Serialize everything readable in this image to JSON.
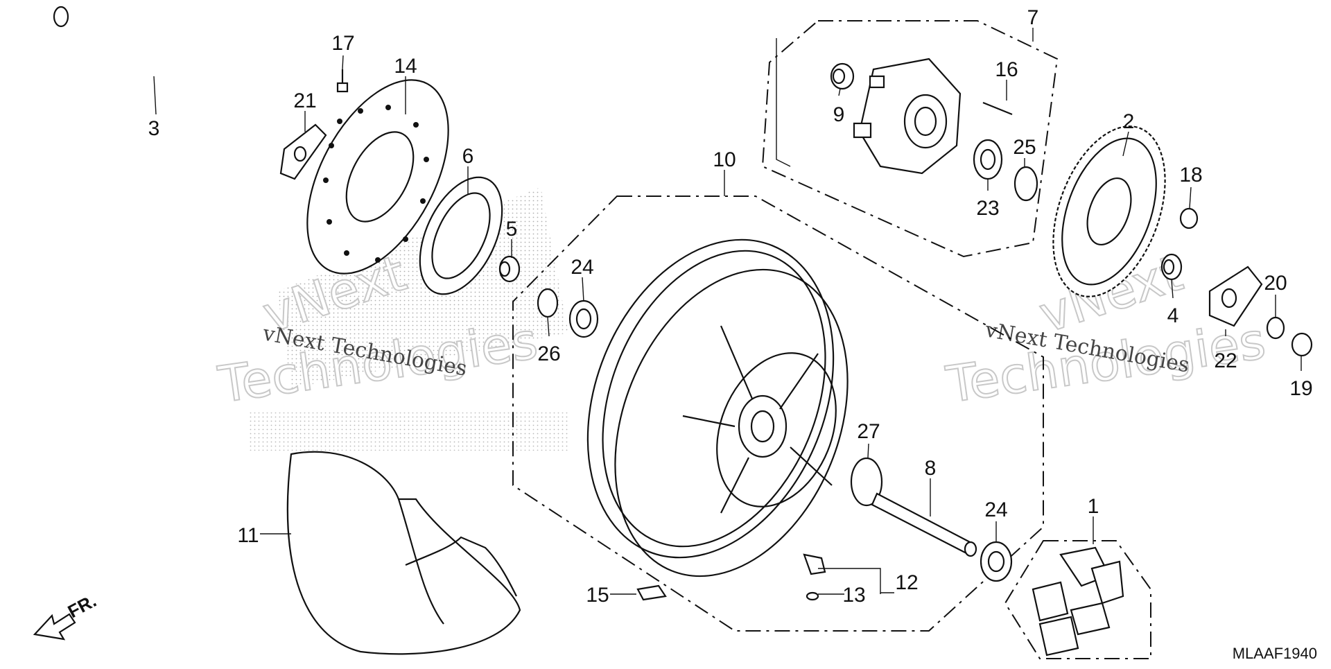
{
  "diagram": {
    "code": "MLAAF1940",
    "direction_label": "FR.",
    "watermarks": [
      {
        "line1": "vNext",
        "line2": "Technologies",
        "caption": "vNext Technologies"
      },
      {
        "line1": "vNext",
        "line2": "Technologies",
        "caption": "vNext Technologies"
      }
    ],
    "callouts": [
      "1",
      "2",
      "3",
      "4",
      "5",
      "6",
      "7",
      "8",
      "9",
      "10",
      "11",
      "12",
      "13",
      "14",
      "15",
      "16",
      "17",
      "18",
      "19",
      "20",
      "21",
      "22",
      "23",
      "24",
      "24",
      "25",
      "26",
      "27"
    ]
  }
}
